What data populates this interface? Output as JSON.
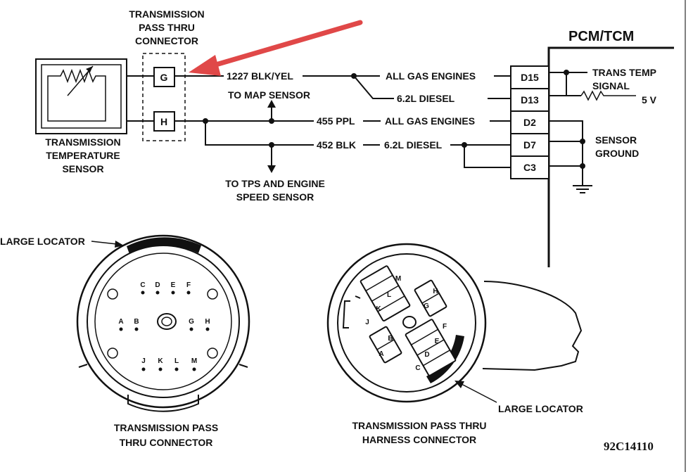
{
  "connector_title": [
    "TRANSMISSION",
    "PASS THRU",
    "CONNECTOR"
  ],
  "pins_top": {
    "g": "G",
    "h": "H"
  },
  "sensor_label": [
    "TRANSMISSION",
    "TEMPERATURE",
    "SENSOR"
  ],
  "wires": {
    "w1227": "1227 BLK/YEL",
    "w455": "455 PPL",
    "w452": "452 BLK",
    "all_gas_1": "ALL GAS ENGINES",
    "all_gas_2": "ALL GAS ENGINES",
    "diesel_1": "6.2L DIESEL",
    "diesel_2": "6.2L DIESEL",
    "to_map": "TO MAP SENSOR",
    "to_tps": [
      "TO TPS AND ENGINE",
      "SPEED SENSOR"
    ]
  },
  "pcm": {
    "title": "PCM/TCM",
    "terminals": [
      "D15",
      "D13",
      "D2",
      "D7",
      "C3"
    ],
    "trans_temp": [
      "TRANS TEMP",
      "SIGNAL"
    ],
    "five_v": "5 V",
    "sensor_ground": [
      "SENSOR",
      "GROUND"
    ]
  },
  "left_connector": {
    "locator": "LARGE LOCATOR",
    "pins_top": [
      "C",
      "D",
      "E",
      "F"
    ],
    "pins_mid": [
      "A",
      "B",
      "G",
      "H"
    ],
    "pins_bot": [
      "J",
      "K",
      "L",
      "M"
    ],
    "caption": [
      "TRANSMISSION PASS",
      "THRU CONNECTOR"
    ]
  },
  "right_connector": {
    "pins": [
      "M",
      "L",
      "K",
      "J",
      "H",
      "G",
      "B",
      "A",
      "F",
      "E",
      "D",
      "C"
    ],
    "locator": "LARGE LOCATOR",
    "caption": [
      "TRANSMISSION PASS THRU",
      "HARNESS CONNECTOR"
    ]
  },
  "figure_id": "92C14110",
  "arrow_color": "#e04848"
}
